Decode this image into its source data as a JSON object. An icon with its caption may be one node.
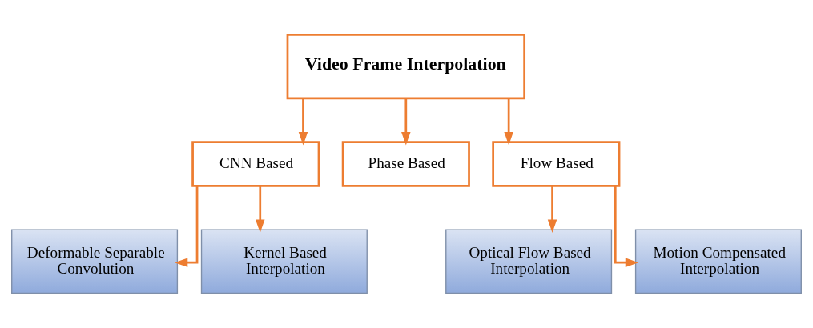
{
  "diagram": {
    "nodes": [
      {
        "text": [
          "Video Frame Interpolation"
        ]
      },
      {
        "text": [
          "CNN Based"
        ]
      },
      {
        "text": [
          "Phase Based"
        ]
      },
      {
        "text": [
          "Flow Based"
        ]
      },
      {
        "text": [
          "Deformable Separable Convolution"
        ]
      },
      {
        "text": [
          "Kernel Based Interpolation"
        ]
      },
      {
        "text": [
          "Optical Flow Based Interpolation"
        ]
      },
      {
        "text": [
          "Motion Compensated Interpolation"
        ]
      }
    ],
    "edges": [
      {
        "from": 0,
        "to": 1,
        "arrow": "to"
      },
      {
        "from": 0,
        "to": 2,
        "arrow": "to"
      },
      {
        "from": 0,
        "to": 3,
        "arrow": "to"
      },
      {
        "from": 1,
        "to": 4,
        "arrow": "to"
      },
      {
        "from": 1,
        "to": 5,
        "arrow": "to"
      },
      {
        "from": 3,
        "to": 6,
        "arrow": "to"
      },
      {
        "from": 3,
        "to": 7,
        "arrow": "to"
      }
    ]
  }
}
